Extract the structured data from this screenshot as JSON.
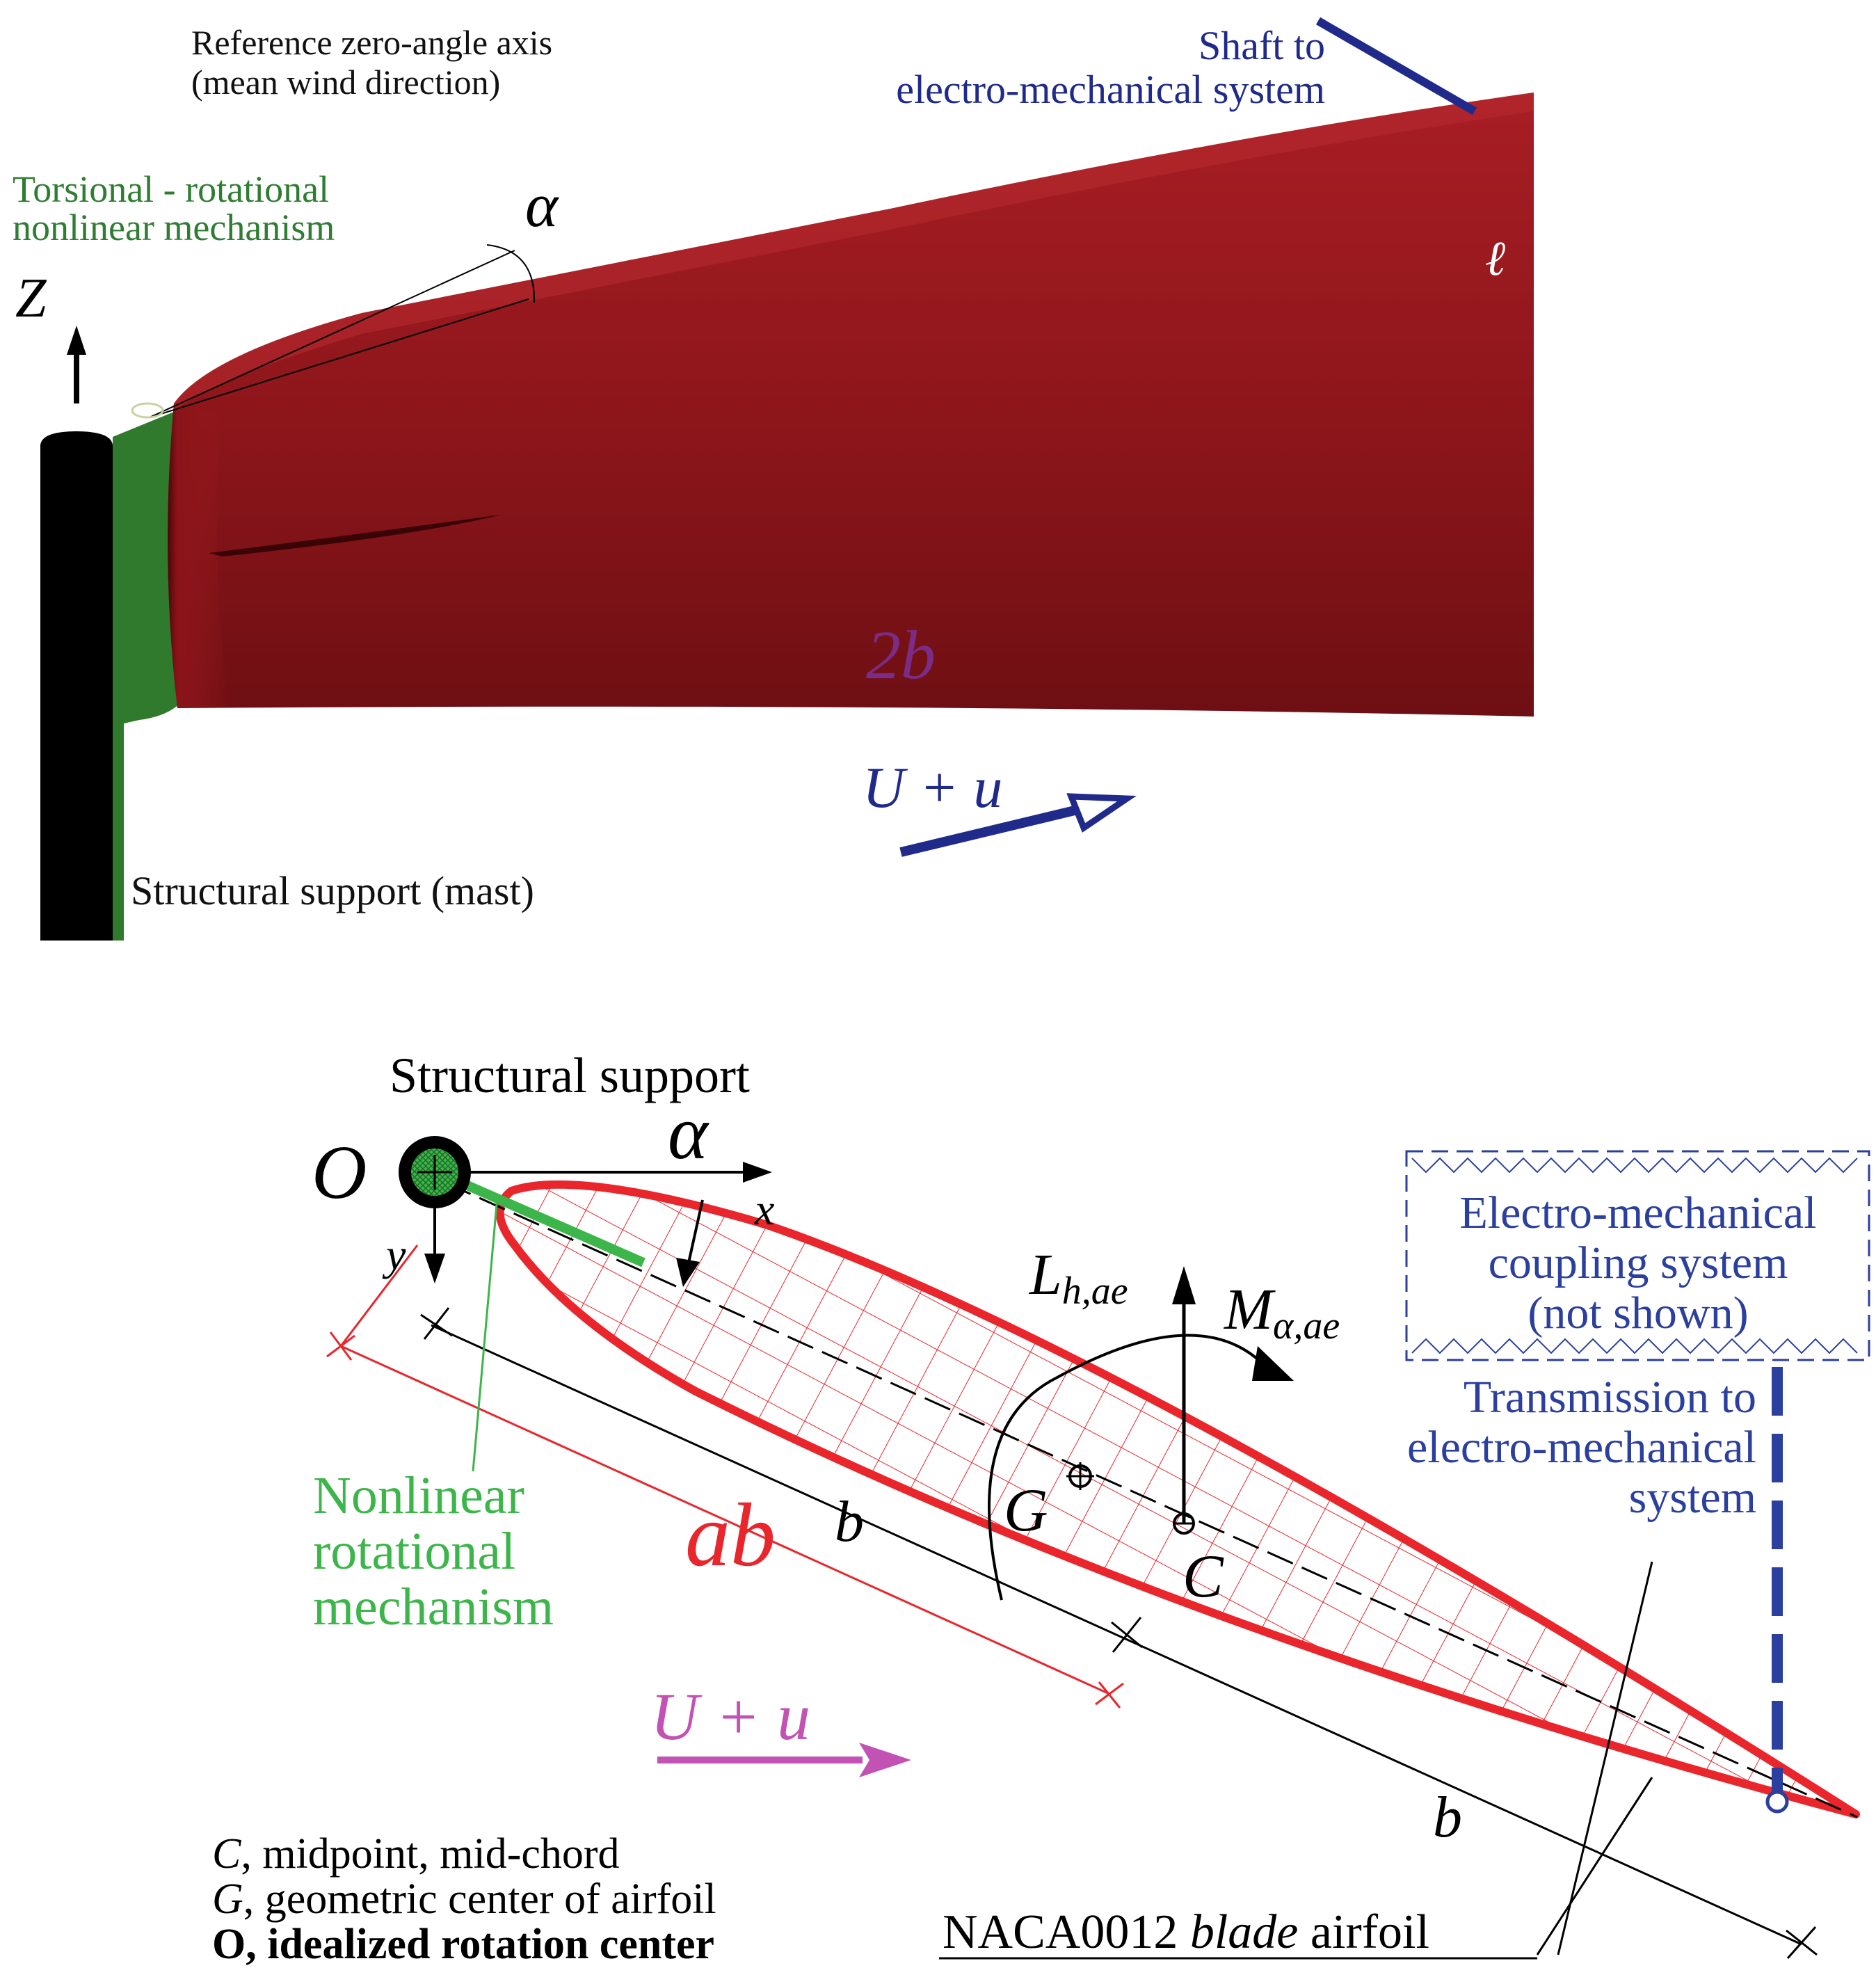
{
  "top_panel": {
    "ref_axis_line1": "Reference zero-angle axis",
    "ref_axis_line2": "(mean wind direction)",
    "shaft_line1": "Shaft to",
    "shaft_line2": "electro-mechanical system",
    "torsional_line1": "Torsional - rotational",
    "torsional_line2": "nonlinear mechanism",
    "alpha": "α",
    "z_axis": "Z",
    "span_length": "ℓ",
    "chord_2b": "2b",
    "wind_u": "U + u",
    "mast": "Structural support (mast)",
    "colors": {
      "blade": "#9a1a1f",
      "mechanism": "#2e7d32",
      "mast": "#000000",
      "annotation_blue": "#1f2a8a",
      "chord_purple": "#7a2c86"
    }
  },
  "bottom_panel": {
    "structural_support": "Structural support",
    "origin": "O",
    "alpha": "α",
    "x_axis": "x",
    "y_axis": "y",
    "lift_L": "L",
    "lift_sub": "h,ae",
    "moment_M": "M",
    "moment_sub": "α,ae",
    "coupling_line1": "Electro-mechanical",
    "coupling_line2": "coupling system",
    "coupling_line3": "(not shown)",
    "transmission_line1": "Transmission to",
    "transmission_line2": "electro-mechanical",
    "transmission_line3": "system",
    "nonlinear_line1": "Nonlinear",
    "nonlinear_line2": "rotational",
    "nonlinear_line3": "mechanism",
    "ab": "ab",
    "b_upper": "b",
    "b_lower": "b",
    "G": "G",
    "C": "C",
    "wind_u": "U + u",
    "legend_C_sym": "C",
    "legend_C_text": ", midpoint, mid-chord",
    "legend_G_sym": "G",
    "legend_G_text": ", geometric center of airfoil",
    "legend_O": "O, idealized rotation center",
    "airfoil_label1": "NACA0012 ",
    "airfoil_label2": "blade",
    "airfoil_label3": " airfoil",
    "colors": {
      "airfoil": "#e8262c",
      "mechanism": "#3cb54a",
      "annotation_blue": "#2b3f9e",
      "wind": "#c252b4"
    }
  }
}
